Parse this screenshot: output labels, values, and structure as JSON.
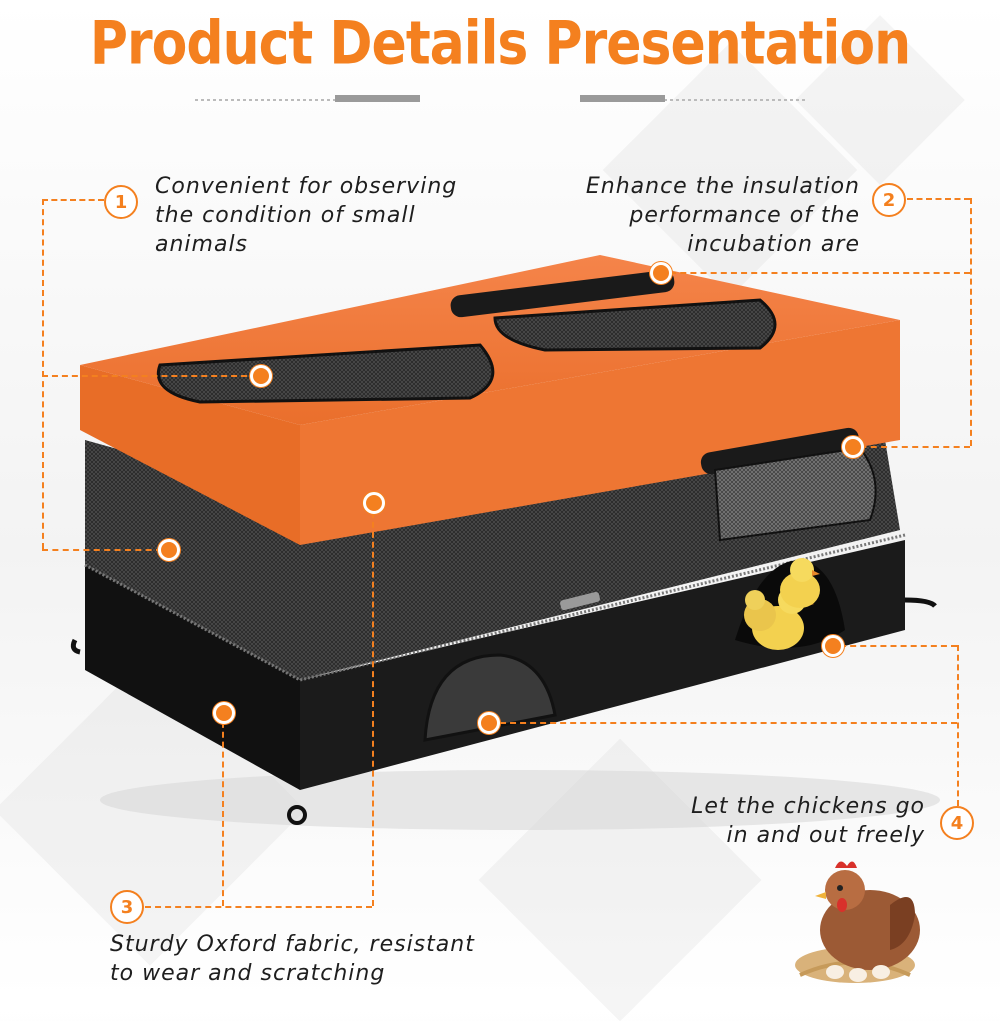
{
  "title": "Product Details Presentation",
  "features": [
    {
      "number": "1",
      "lines": [
        "Convenient for observing",
        "the condition of small",
        "animals"
      ]
    },
    {
      "number": "2",
      "lines": [
        "Enhance the insulation",
        "performance of the",
        "incubation are"
      ]
    },
    {
      "number": "3",
      "lines": [
        "Sturdy Oxford fabric, resistant",
        "to wear and scratching"
      ]
    },
    {
      "number": "4",
      "lines": [
        "Let the chickens go",
        "in and out freely"
      ]
    }
  ],
  "colors": {
    "accent": "#f4801f",
    "cover": "#f07a2e",
    "body": "#1c1c1c"
  },
  "icons": [
    "hen-on-nest-icon",
    "chick-icon"
  ]
}
